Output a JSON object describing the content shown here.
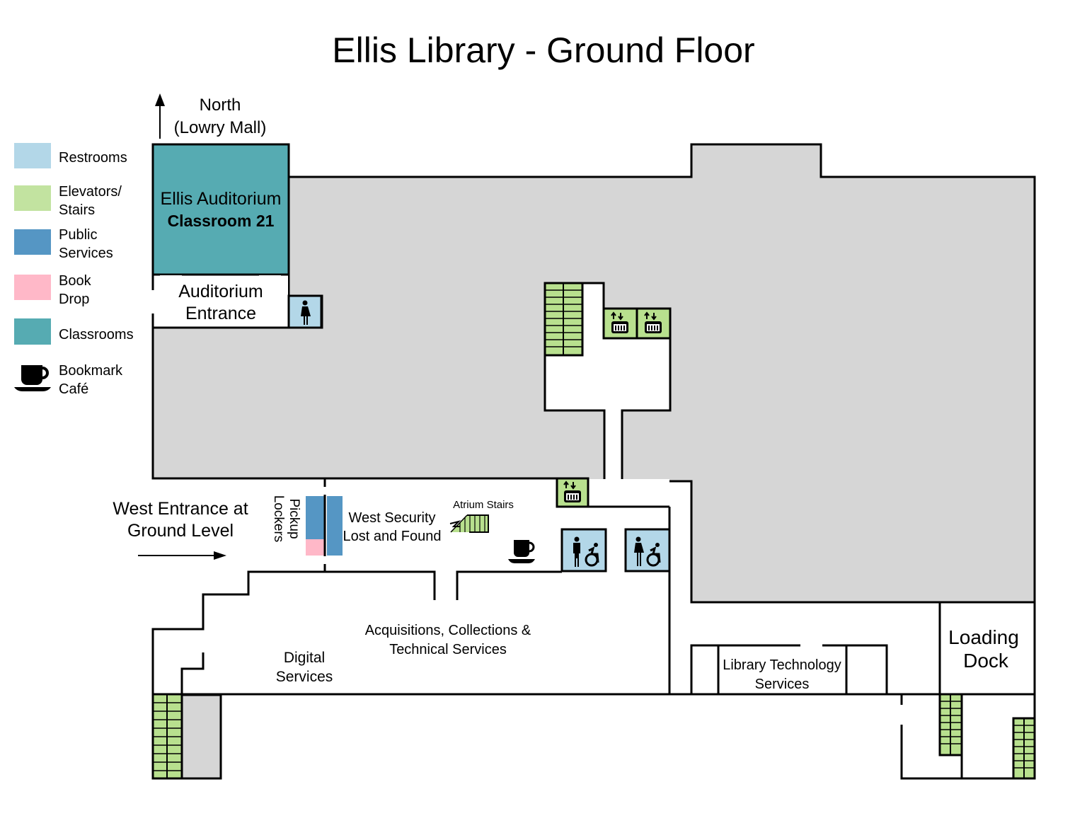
{
  "title": "Ellis Library - Ground Floor",
  "north": {
    "line1": "North",
    "line2": "(Lowry Mall)",
    "icon": "north-arrow-icon"
  },
  "west_entrance": {
    "line1": "West Entrance at",
    "line2": "Ground Level",
    "icon": "east-arrow-icon"
  },
  "legend": [
    {
      "line1": "Restrooms",
      "line2": "",
      "color": "#b3d7e8"
    },
    {
      "line1": "Elevators/",
      "line2": "Stairs",
      "color": "#c2e3a0"
    },
    {
      "line1": "Public",
      "line2": "Services",
      "color": "#5596c4"
    },
    {
      "line1": "Book",
      "line2": "Drop",
      "color": "#ffb8c8"
    },
    {
      "line1": "Classrooms",
      "line2": "",
      "color": "#56abb2"
    },
    {
      "line1": "Bookmark",
      "line2": "Café",
      "icon": "coffee-cup-icon"
    }
  ],
  "rooms": {
    "auditorium": {
      "line1": "Ellis Auditorium",
      "line2": "Classroom 21"
    },
    "auditorium_entrance": {
      "line1": "Auditorium",
      "line2": "Entrance"
    },
    "pickup_lockers": {
      "line1": "Pickup",
      "line2": "Lockers"
    },
    "west_security": {
      "line1": "West Security",
      "line2": "Lost and Found"
    },
    "atrium_stairs": "Atrium Stairs",
    "acquisitions": {
      "line1": "Acquisitions, Collections &",
      "line2": "Technical Services"
    },
    "digital_services": {
      "line1": "Digital",
      "line2": "Services"
    },
    "library_technology": {
      "line1": "Library Technology",
      "line2": "Services"
    },
    "loading_dock": {
      "line1": "Loading",
      "line2": "Dock"
    }
  },
  "colors": {
    "restroom": "#b3d7e8",
    "elevator_stairs": "#b8e08e",
    "public_services": "#5596c4",
    "book_drop": "#ffb8c8",
    "classroom": "#56abb2",
    "stacks_gray": "#d6d6d6",
    "wall": "#000000"
  }
}
